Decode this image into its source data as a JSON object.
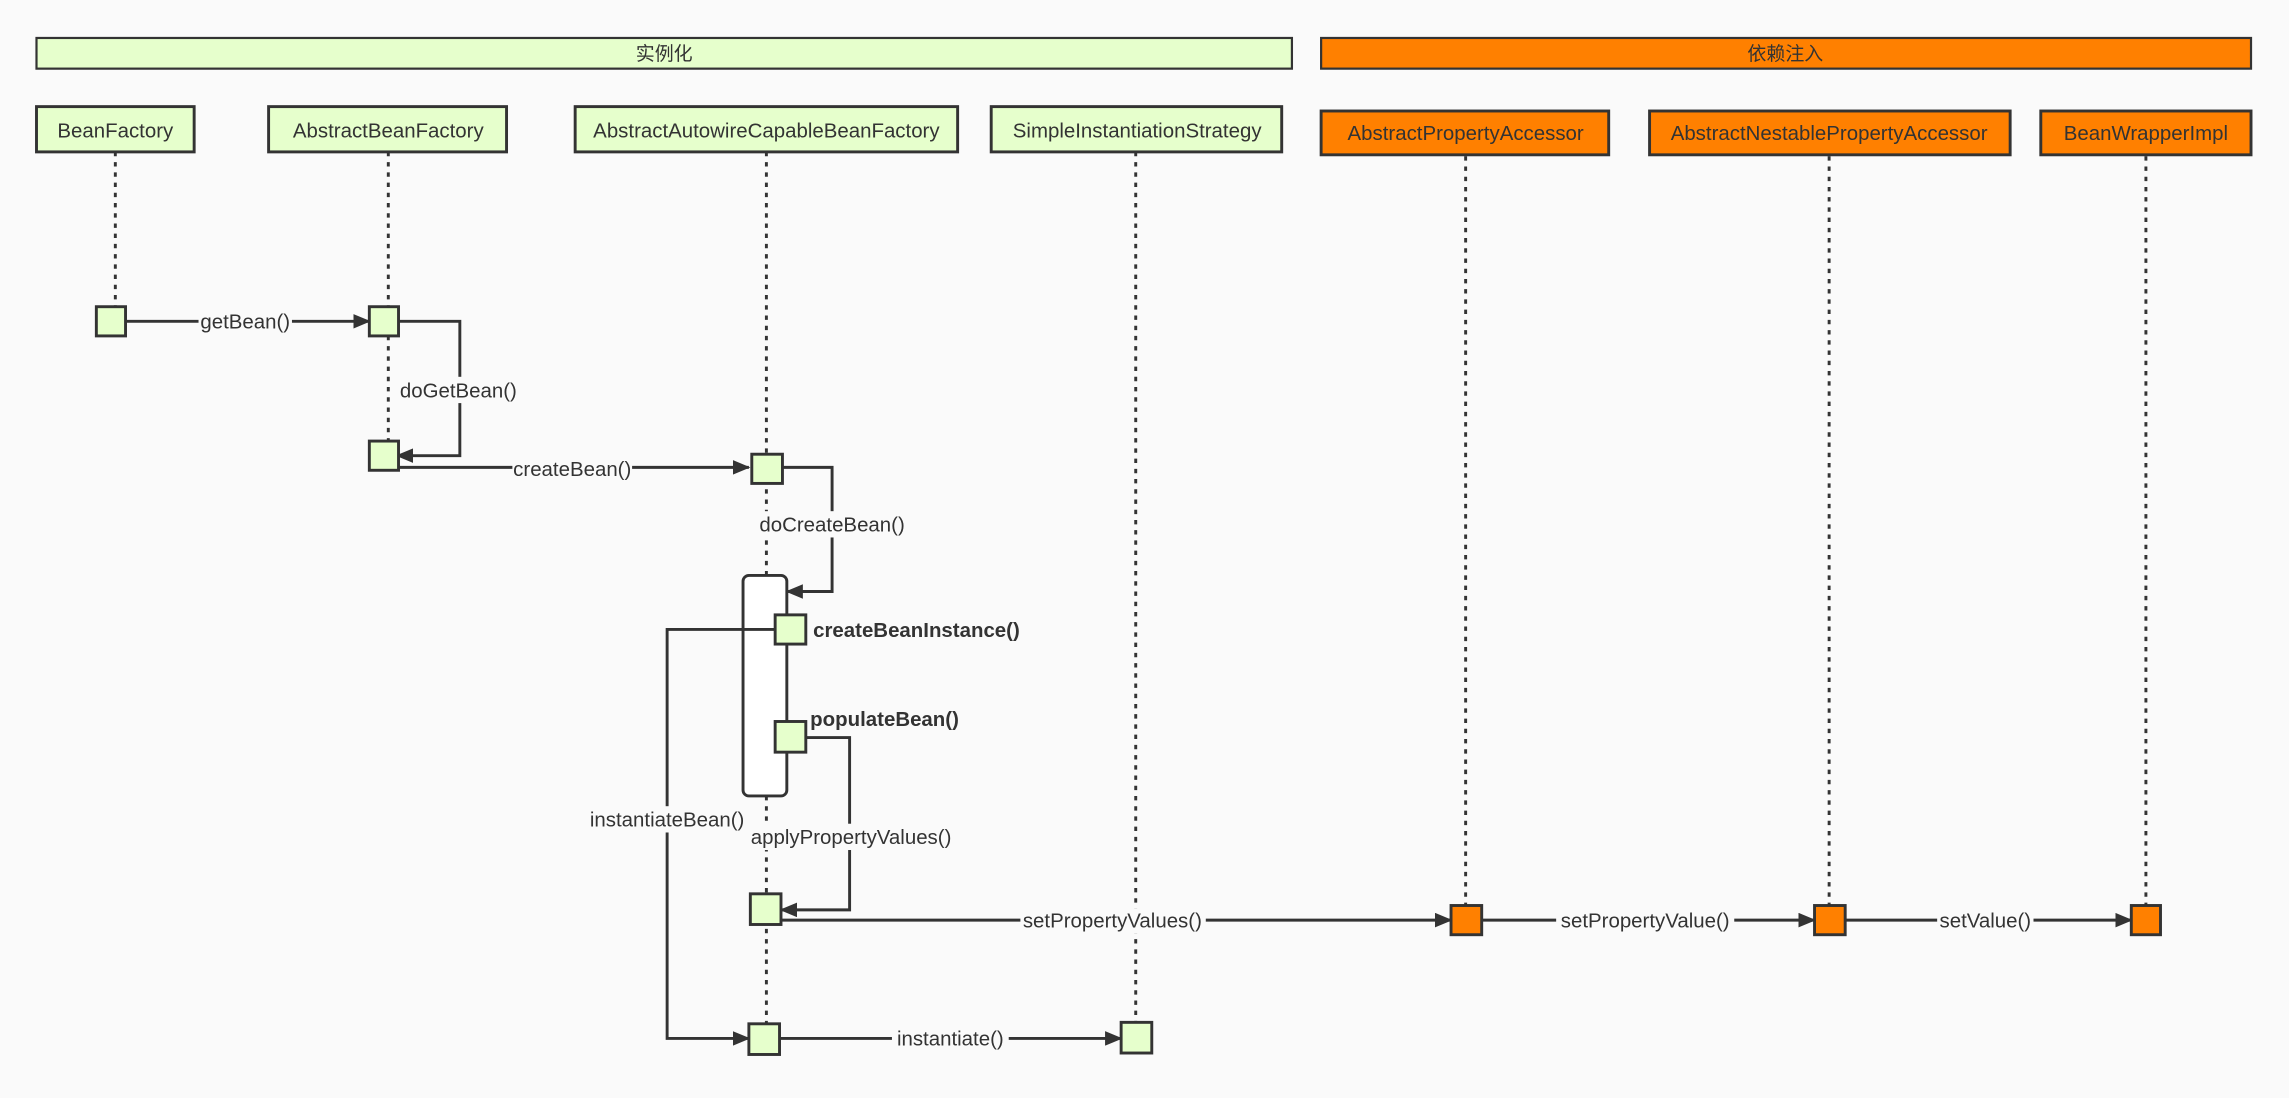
{
  "groups": [
    {
      "label": "实例化",
      "color": "#e6ffcc"
    },
    {
      "label": "依赖注入",
      "color": "#ff8000"
    }
  ],
  "participants": [
    "BeanFactory",
    "AbstractBeanFactory",
    "AbstractAutowireCapableBeanFactory",
    "SimpleInstantiationStrategy",
    "AbstractPropertyAccessor",
    "AbstractNestablePropertyAccessor",
    "BeanWrapperImpl"
  ],
  "messages": {
    "getBean": "getBean()",
    "doGetBean": "doGetBean()",
    "createBean": "createBean()",
    "doCreateBean": "doCreateBean()",
    "createBeanInstance": "createBeanInstance()",
    "populateBean": "populateBean()",
    "instantiateBean": "instantiateBean()",
    "applyPropertyValues": "applyPropertyValues()",
    "setPropertyValues": "setPropertyValues()",
    "setPropertyValue": "setPropertyValue()",
    "setValue": "setValue()",
    "instantiate": "instantiate()"
  }
}
